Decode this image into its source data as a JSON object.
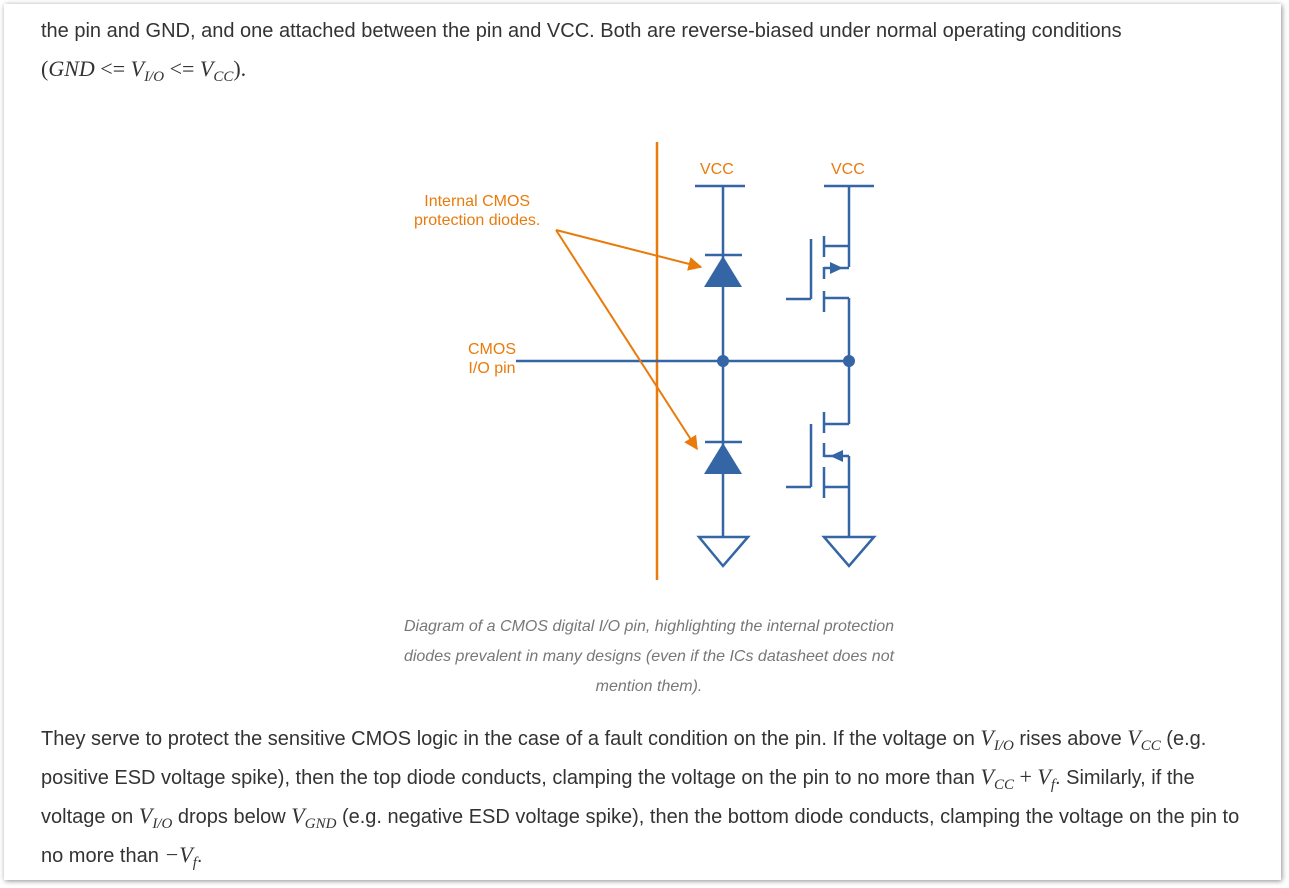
{
  "article": {
    "intro_paragraph": {
      "text": "the pin and GND, and one attached between the pin and VCC. Both are reverse-biased under normal operating conditions",
      "math_open": "(",
      "math_gnd": "GND",
      "math_le1": " <= ",
      "math_v": "V",
      "math_io_sub": "I/O",
      "math_le2": " <= ",
      "math_vcc_v": "V",
      "math_vcc_sub": "CC",
      "math_close": ")."
    },
    "figure": {
      "labels": {
        "vcc_left": "VCC",
        "vcc_right": "VCC",
        "protection_line1": "Internal CMOS",
        "protection_line2": "protection diodes.",
        "pin_line1": "CMOS",
        "pin_line2": "I/O pin"
      },
      "colors": {
        "circuit": "#3465A4",
        "annotation": "#E87B0C"
      },
      "caption": "Diagram of a CMOS digital I/O pin, highlighting the internal protection diodes prevalent in many designs (even if the ICs datasheet does not mention them)."
    },
    "body_paragraph": {
      "s1": "They serve to protect the sensitive CMOS logic in the case of a fault condition on the pin. If the voltage on ",
      "v_io": "V",
      "v_io_sub": "I/O",
      "s2": " rises above ",
      "v_cc": "V",
      "v_cc_sub": "CC",
      "s3": " (e.g. positive ESD voltage spike), then the top diode conducts, clamping the voltage on the pin to no more than ",
      "v_cc2": "V",
      "v_cc2_sub": "CC",
      "plus": " + ",
      "v_f": "V",
      "v_f_sub": "f",
      "s4": ". Similarly, if the voltage on ",
      "v_io2": "V",
      "v_io2_sub": "I/O",
      "s5": " drops below ",
      "v_gnd": "V",
      "v_gnd_sub": "GND",
      "s6": " (e.g. negative ESD voltage spike), then the bottom diode conducts, clamping the voltage on the pin to no more than ",
      "neg_vf": "−V",
      "neg_vf_sub": "f",
      "s7": "."
    }
  }
}
